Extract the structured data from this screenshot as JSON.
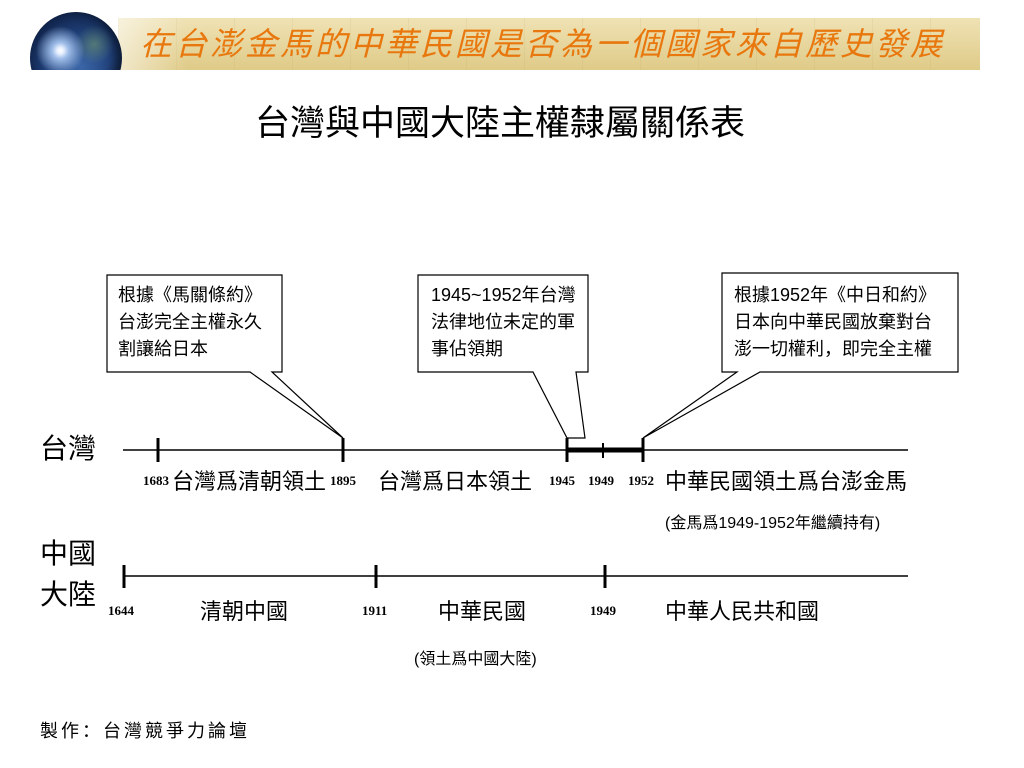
{
  "header": {
    "logo_icon": "globe-icon",
    "banner_title": "在台澎金馬的中華民國是否為一個國家來自歷史發展"
  },
  "title": "台灣與中國大陸主權隸屬關係表",
  "callouts": [
    {
      "lines": [
        "根據《馬關條約》",
        "台澎完全主權永久",
        "割讓給日本"
      ]
    },
    {
      "lines": [
        "1945~1952年台灣",
        "法律地位未定的軍",
        "事佔領期"
      ]
    },
    {
      "lines": [
        "根據1952年《中日和約》",
        "日本向中華民國放棄對台",
        "澎一切權利，即完全主權"
      ]
    }
  ],
  "timelines": {
    "taiwan": {
      "label": "台灣",
      "years": [
        "1683",
        "1895",
        "1945",
        "1949",
        "1952"
      ],
      "periods": [
        "台灣爲清朝領土",
        "台灣爲日本領土",
        "中華民國領土爲台澎金馬"
      ],
      "note": "(金馬爲1949-1952年繼續持有)"
    },
    "china": {
      "label_lines": [
        "中國",
        "大陸"
      ],
      "years": [
        "1644",
        "1911",
        "1949"
      ],
      "periods": [
        "清朝中國",
        "中華民國",
        "中華人民共和國"
      ],
      "note": "(領土爲中國大陸)"
    }
  },
  "footer": "製作：台灣競爭力論壇",
  "colors": {
    "banner_text": "#E8780E",
    "banner_background": "#E6D59C",
    "line": "#000000"
  }
}
